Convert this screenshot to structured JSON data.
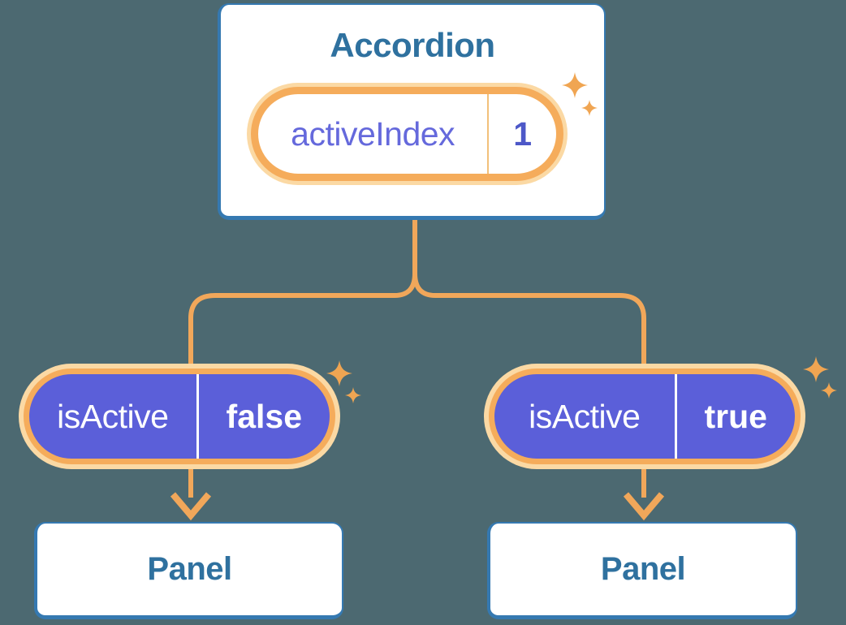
{
  "colors": {
    "background": "#4C6971",
    "card_bg": "#FFFFFF",
    "card_border": "#3579B1",
    "heading_text": "#2F719F",
    "connector": "#F1A75A",
    "sparkle": "#F0A552",
    "state_pill_glow": "#FBD9A4",
    "state_pill_ring": "#F5AC5B",
    "state_pill_bg": "#FFFFFF",
    "state_label_text": "#6569DC",
    "state_value_text": "#4D58C8",
    "state_divider": "#F2C07A",
    "prop_pill_bg": "#5B5FD9",
    "prop_pill_text": "#FFFFFF",
    "prop_divider": "#FFFFFF"
  },
  "accordion": {
    "title": "Accordion",
    "state": {
      "label": "activeIndex",
      "value": "1"
    }
  },
  "branches": [
    {
      "prop": {
        "label": "isActive",
        "value": "false"
      },
      "panel": {
        "title": "Panel"
      }
    },
    {
      "prop": {
        "label": "isActive",
        "value": "true"
      },
      "panel": {
        "title": "Panel"
      }
    }
  ],
  "icons": {
    "sparkle": "sparkle-icon"
  }
}
